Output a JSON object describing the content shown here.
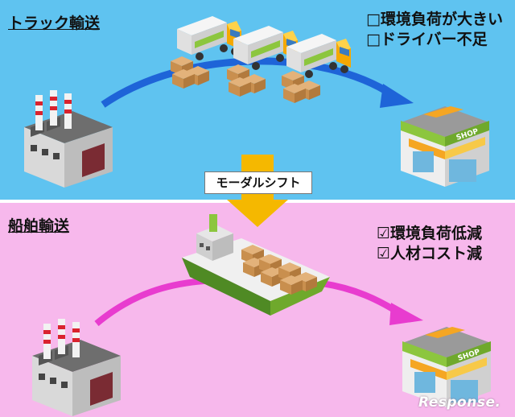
{
  "truck_section": {
    "title": "トラック輸送",
    "notes": [
      "□環境負荷が大きい",
      "□ドライバー不足"
    ]
  },
  "ship_section": {
    "title": "船舶輸送",
    "notes": [
      "☑環境負荷低減",
      "☑人材コスト減"
    ]
  },
  "shift_label": "モーダルシフト",
  "shop_sign": "SHOP",
  "watermark": "Response.",
  "colors": {
    "truck_bg": "#5fc3f0",
    "ship_bg": "#f7b8ec",
    "truck_arrow": "#1e64d8",
    "ship_arrow": "#e83ccf",
    "shift_arrow": "#f5b800"
  }
}
